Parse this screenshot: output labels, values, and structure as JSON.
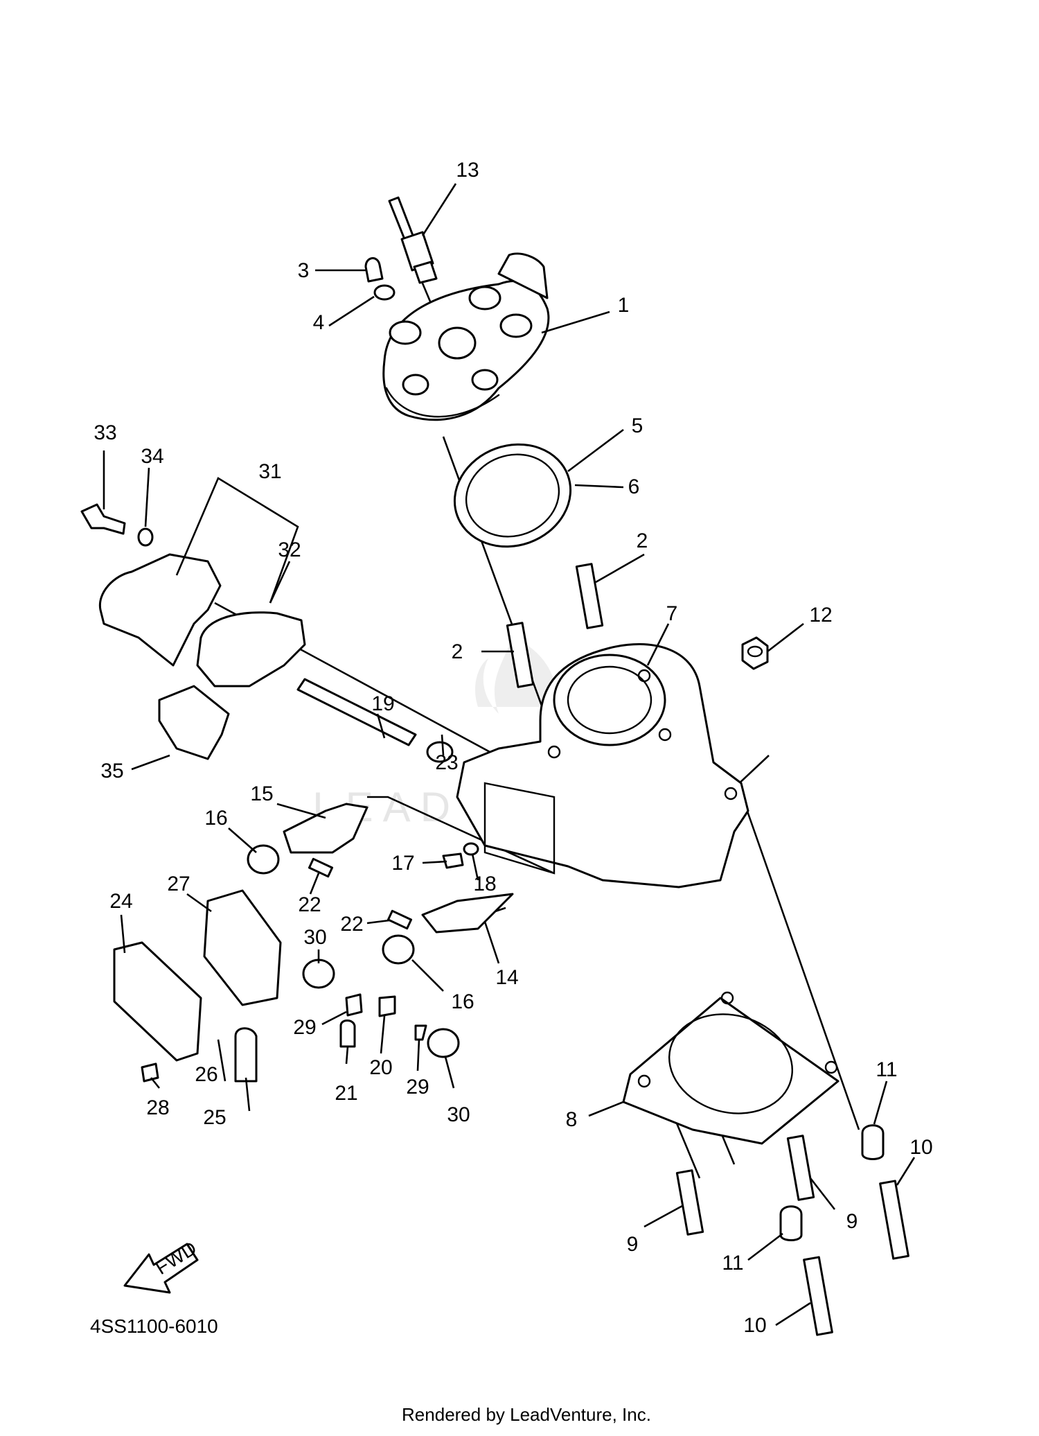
{
  "diagram": {
    "part_code": "4SS1100-6010",
    "footer": "Rendered by LeadVenture, Inc.",
    "watermark": "LEADVENTURE",
    "fwd_label": "FWD",
    "callouts": [
      "1",
      "2",
      "2",
      "3",
      "4",
      "5",
      "6",
      "7",
      "8",
      "9",
      "9",
      "10",
      "10",
      "11",
      "11",
      "12",
      "13",
      "14",
      "15",
      "16",
      "16",
      "17",
      "18",
      "19",
      "20",
      "21",
      "22",
      "22",
      "23",
      "24",
      "25",
      "26",
      "27",
      "28",
      "29",
      "29",
      "30",
      "30",
      "31",
      "32",
      "33",
      "34",
      "35"
    ]
  }
}
